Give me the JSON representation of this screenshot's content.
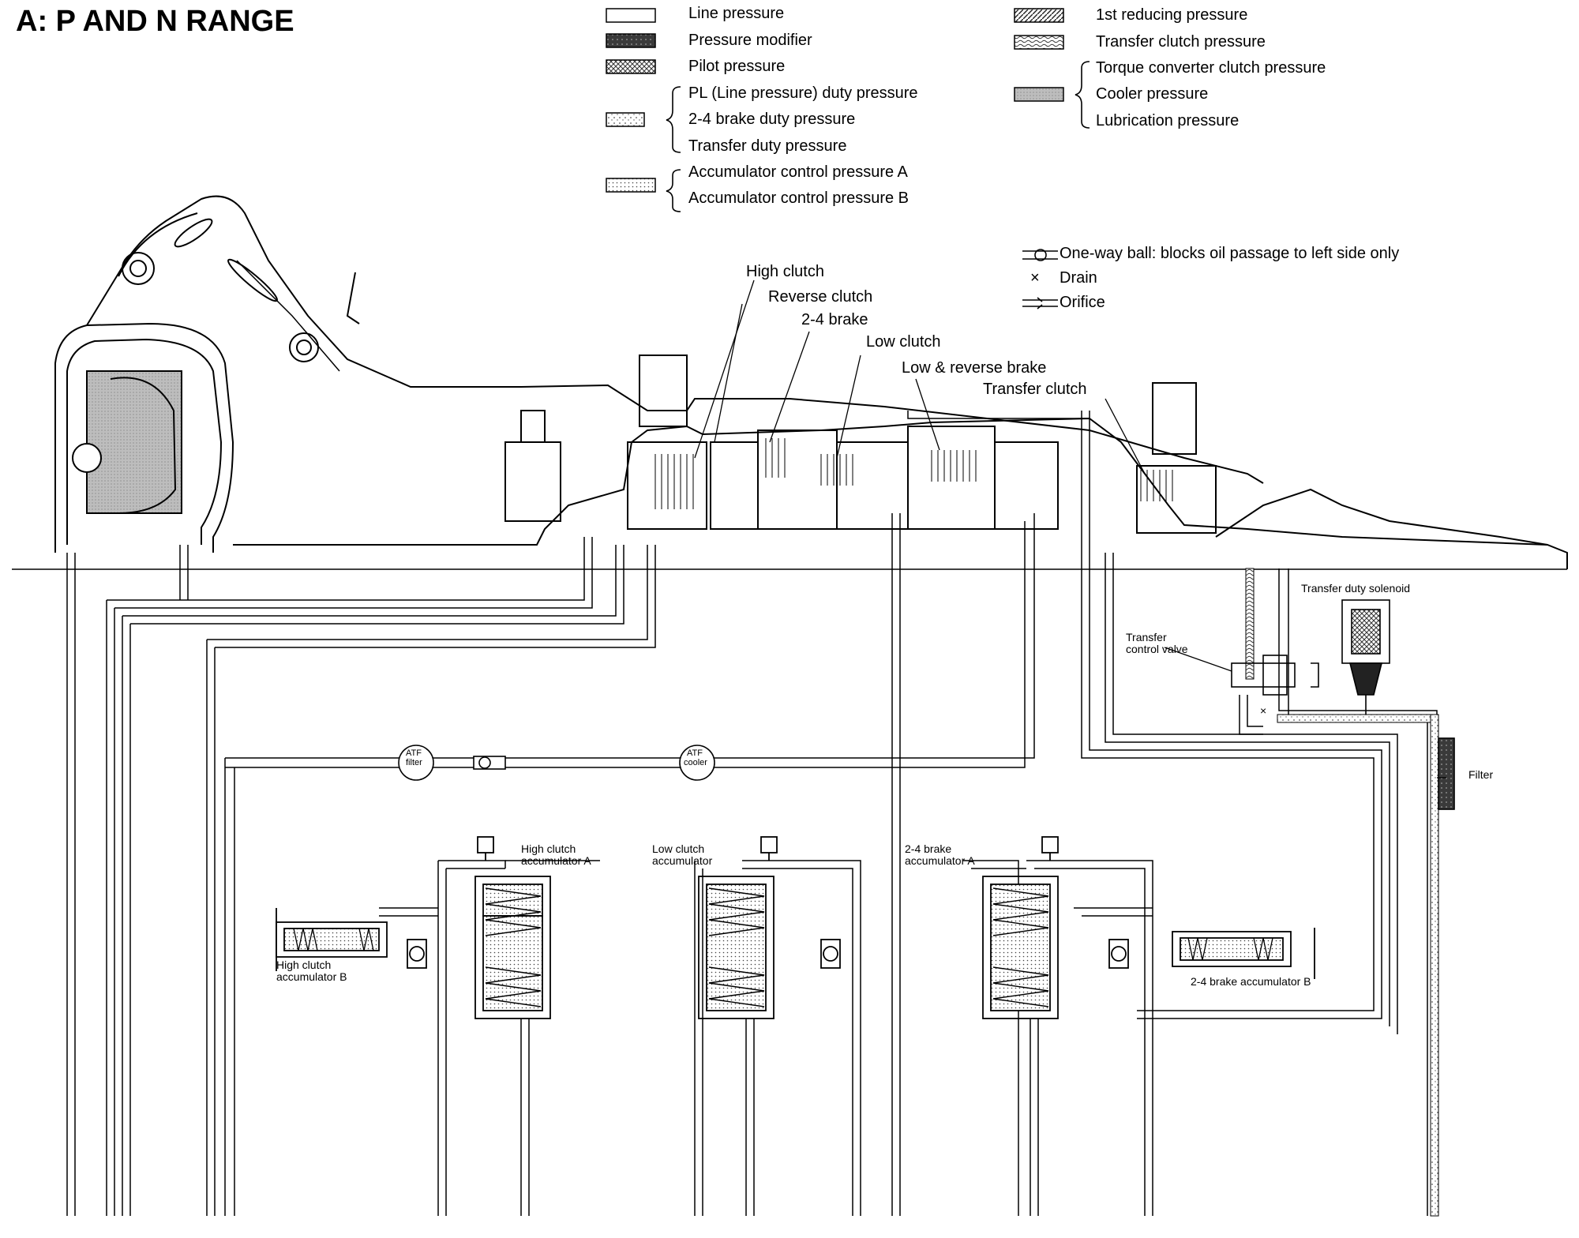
{
  "title": "A: P AND N RANGE",
  "legend": {
    "line_pressure": "Line pressure",
    "pressure_modifier": "Pressure modifier",
    "pilot_pressure": "Pilot pressure",
    "pl_duty": "PL (Line pressure) duty pressure",
    "brake_24_duty": "2-4 brake duty pressure",
    "transfer_duty": "Transfer duty pressure",
    "acc_ctrl_a": "Accumulator control pressure A",
    "acc_ctrl_b": "Accumulator control pressure B",
    "first_reducing": "1st reducing pressure",
    "transfer_clutch_pressure": "Transfer clutch pressure",
    "tc_clutch": "Torque converter clutch pressure",
    "cooler": "Cooler pressure",
    "lubrication": "Lubrication pressure"
  },
  "symbols": {
    "one_way_ball": "One-way ball: blocks oil passage to left side only",
    "drain": "Drain",
    "orifice": "Orifice",
    "drain_glyph": "×"
  },
  "components": {
    "high_clutch": "High clutch",
    "reverse_clutch": "Reverse clutch",
    "brake_24": "2-4 brake",
    "low_clutch": "Low clutch",
    "low_reverse_brake": "Low & reverse brake",
    "transfer_clutch": "Transfer clutch",
    "transfer_duty_solenoid": "Transfer duty solenoid",
    "transfer_control_valve_1": "Transfer",
    "transfer_control_valve_2": "control valve",
    "filter": "Filter",
    "atf_filter_1": "ATF",
    "atf_filter_2": "filter",
    "atf_cooler_1": "ATF",
    "atf_cooler_2": "cooler",
    "hc_acc_a_1": "High clutch",
    "hc_acc_a_2": "accumulator A",
    "low_acc_1": "Low clutch",
    "low_acc_2": "accumulator",
    "b24_acc_a_1": "2-4 brake",
    "b24_acc_a_2": "accumulator A",
    "hc_acc_b_1": "High clutch",
    "hc_acc_b_2": "accumulator B",
    "b24_acc_b": "2-4 brake accumulator B"
  }
}
